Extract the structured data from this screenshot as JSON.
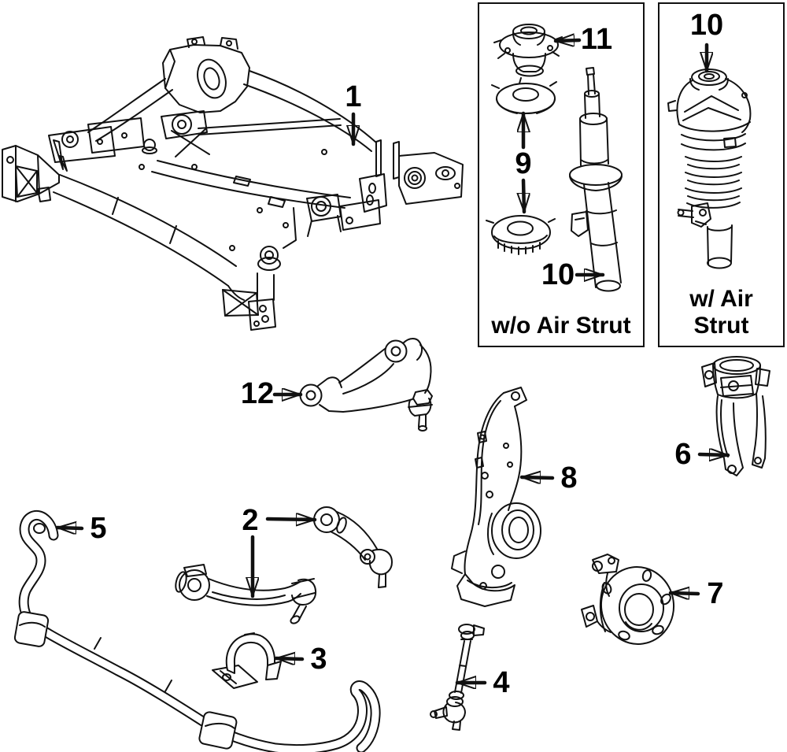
{
  "colors": {
    "background": "#ffffff",
    "line": "#111111"
  },
  "panels": {
    "without_air_strut": {
      "caption": "w/o Air Strut"
    },
    "with_air_strut": {
      "caption": "w/ Air Strut"
    }
  },
  "callouts": {
    "c1": {
      "number": "1"
    },
    "c2": {
      "number": "2"
    },
    "c3": {
      "number": "3"
    },
    "c4": {
      "number": "4"
    },
    "c5": {
      "number": "5"
    },
    "c6": {
      "number": "6"
    },
    "c7": {
      "number": "7"
    },
    "c8": {
      "number": "8"
    },
    "c9": {
      "number": "9"
    },
    "c10_strut": {
      "number": "10"
    },
    "c10_air_strut": {
      "number": "10"
    },
    "c11": {
      "number": "11"
    },
    "c12": {
      "number": "12"
    }
  }
}
